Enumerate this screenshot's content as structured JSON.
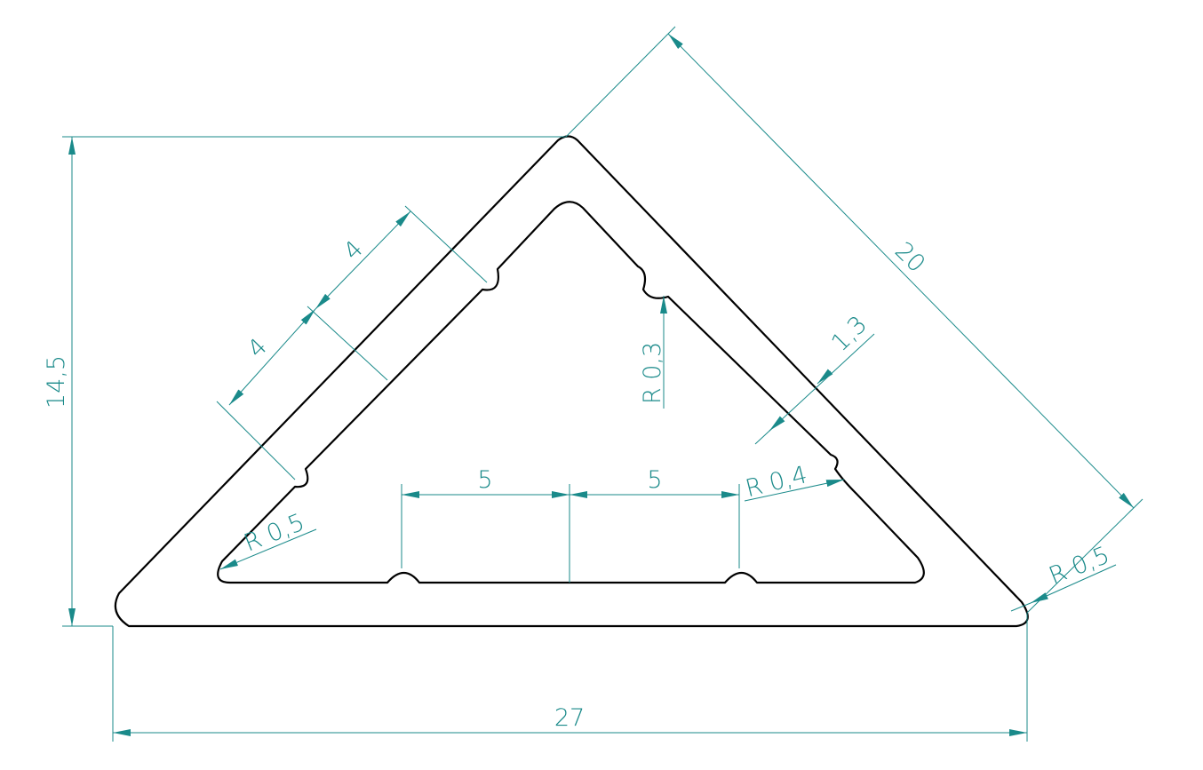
{
  "colors": {
    "dimension": "#1a8a8a",
    "outline": "#000000",
    "background": "#ffffff"
  },
  "dimensions": {
    "width_overall": "27",
    "height_overall": "14,5",
    "hypotenuse": "20",
    "wall_thickness": "1,3",
    "slot_spacing_left_1": "4",
    "slot_spacing_left_2": "4",
    "slot_spacing_bottom_1": "5",
    "slot_spacing_bottom_2": "5",
    "radius_left_corner": "R 0,5",
    "radius_right_corner": "R 0,5",
    "radius_inner_right": "R 0,4",
    "radius_notch": "R 0,3"
  }
}
